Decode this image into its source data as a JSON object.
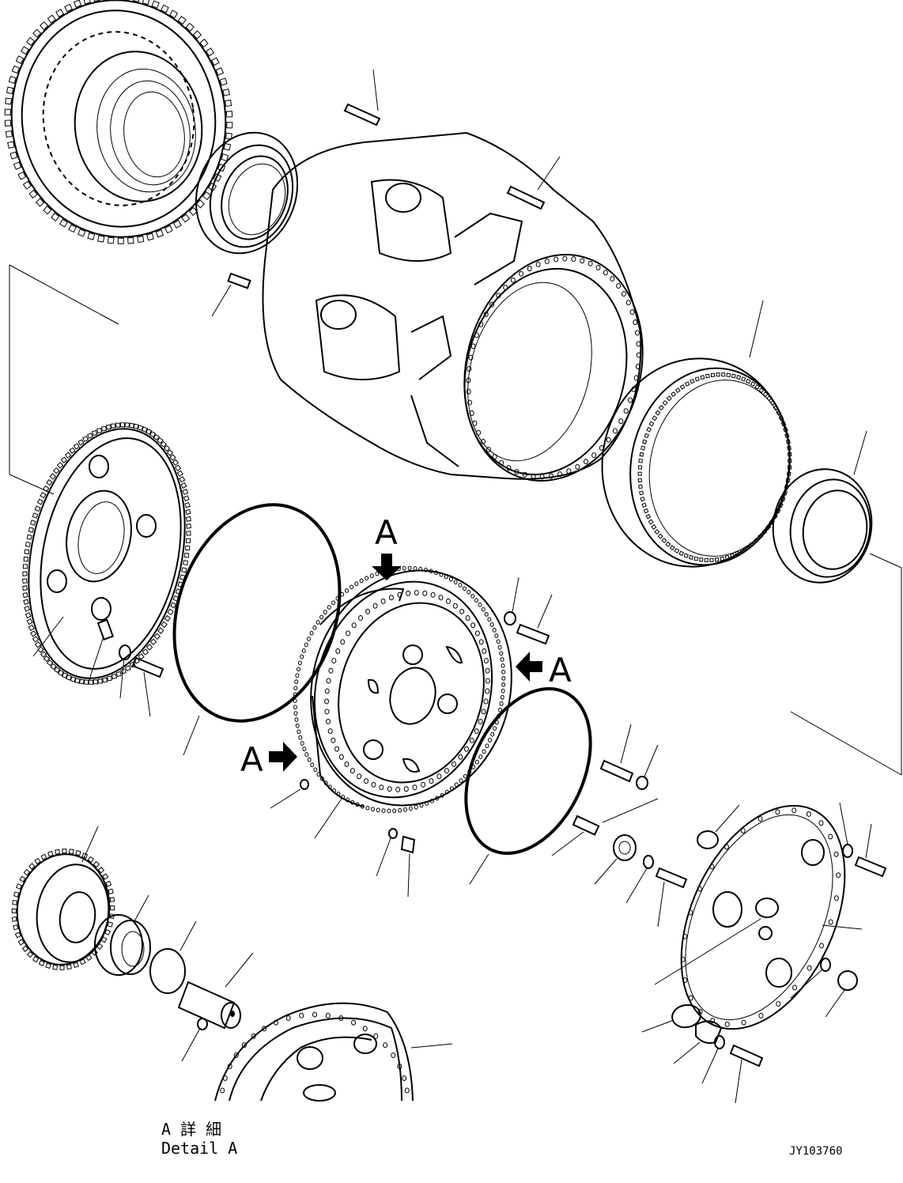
{
  "diagram": {
    "view_markers": [
      {
        "id": "top",
        "letter": "A"
      },
      {
        "id": "right",
        "letter": "A"
      },
      {
        "id": "left",
        "letter": "A"
      }
    ],
    "detail_caption": {
      "line1": "A 詳 細",
      "line2": "Detail A"
    },
    "drawing_code": "JY103760"
  }
}
